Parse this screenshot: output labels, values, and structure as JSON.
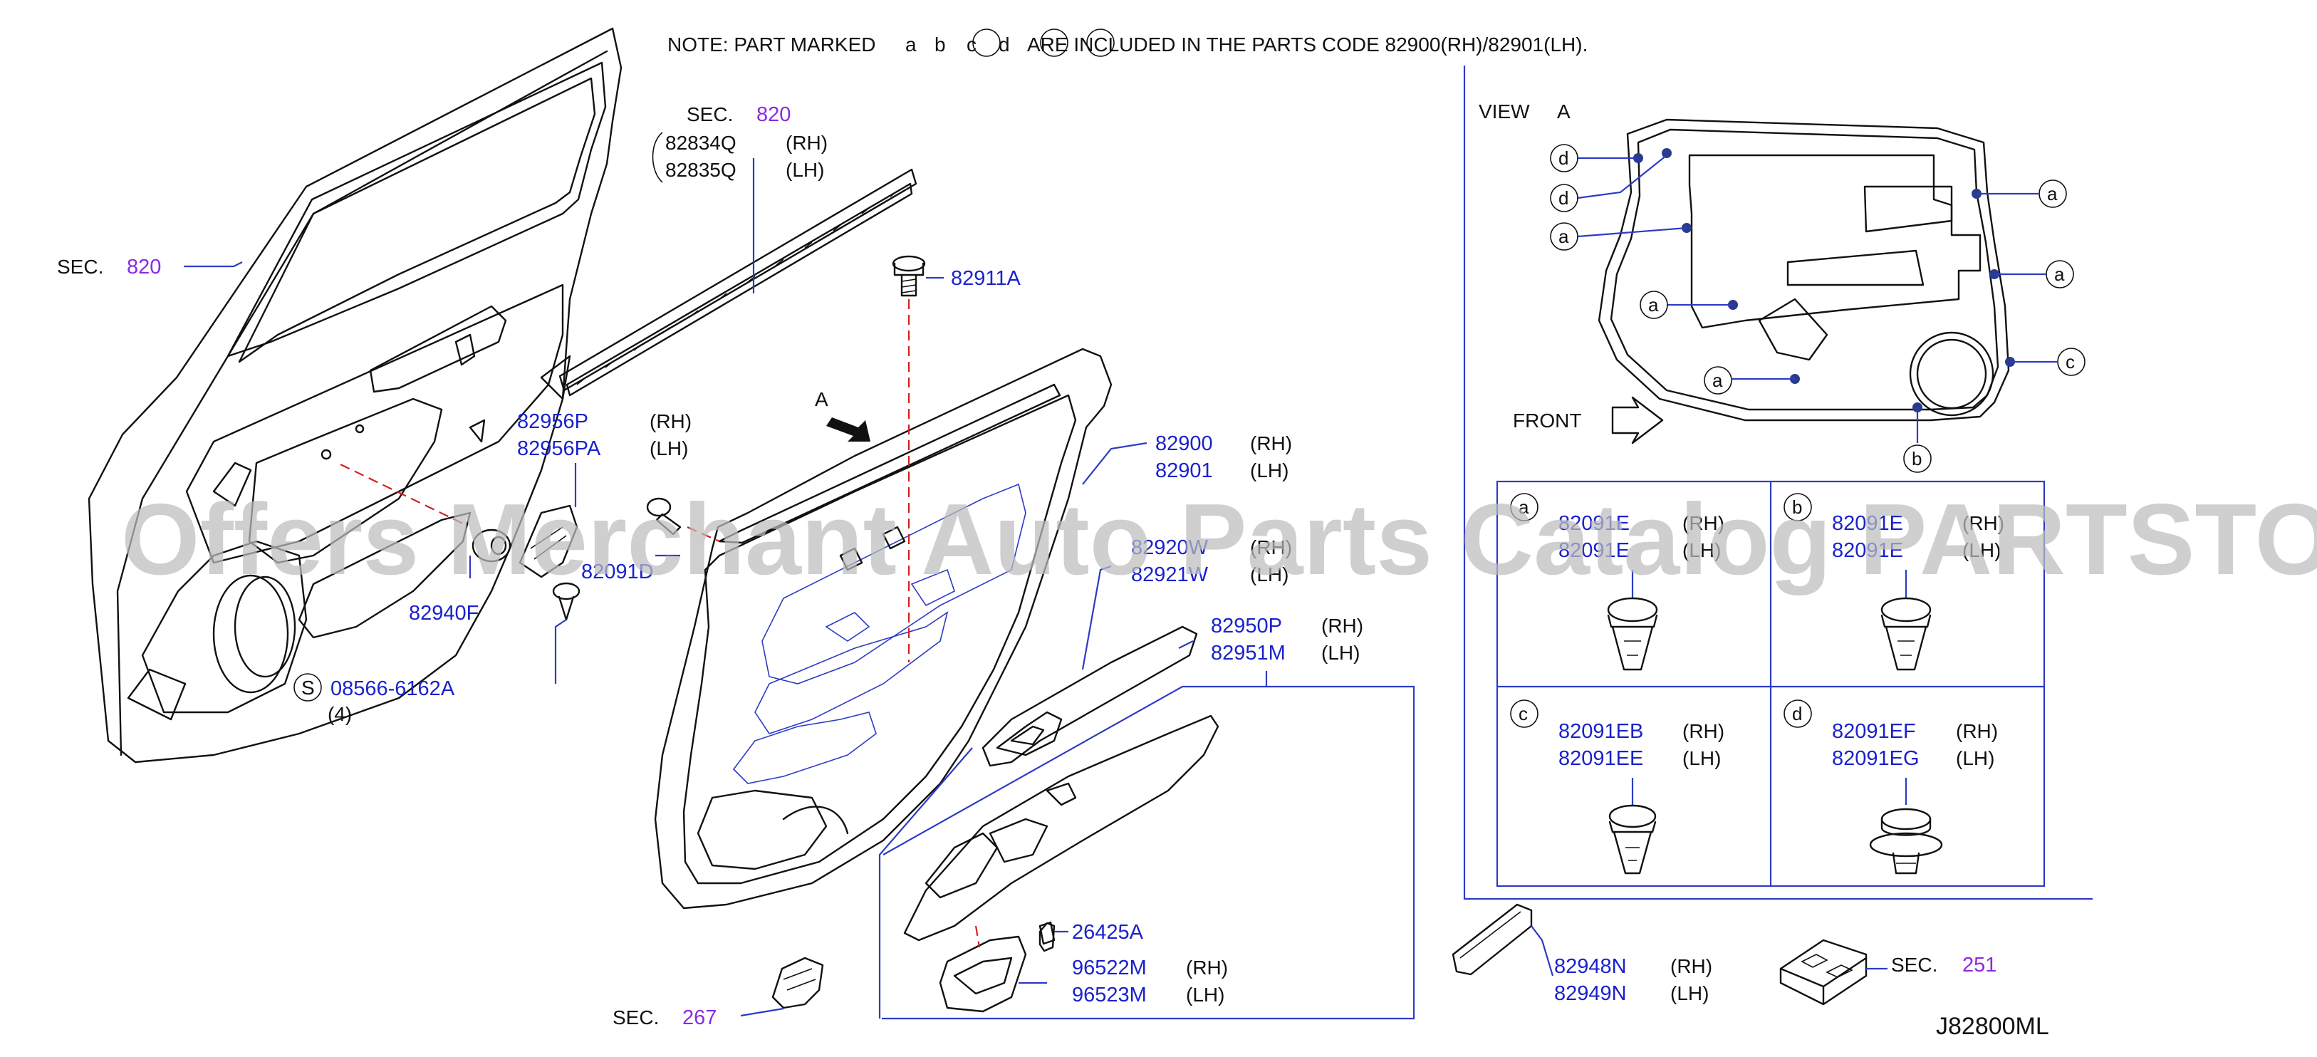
{
  "note": {
    "prefix": "NOTE:  PART  MARKED",
    "marks": [
      "a",
      "b",
      "c",
      "d"
    ],
    "suffix": "ARE  INCLUDED  IN  THE  PARTS  CODE  82900(RH)/82901(LH)."
  },
  "watermark": "Offers Merchant Auto Parts Catalog PARTSTORE.SA",
  "diagram_code": "J82800ML",
  "sections": [
    {
      "id": "sec-820-door",
      "label": "SEC.",
      "value": "820"
    },
    {
      "id": "sec-820-weatherstrip",
      "label": "SEC.",
      "value": "820"
    },
    {
      "id": "sec-267",
      "label": "SEC.",
      "value": "267"
    },
    {
      "id": "sec-251",
      "label": "SEC.",
      "value": "251"
    }
  ],
  "callouts": [
    {
      "id": "weatherstrip",
      "parts": [
        "82834Q",
        "82835Q"
      ],
      "sides": [
        "(RH)",
        "(LH)"
      ]
    },
    {
      "id": "bolt",
      "parts": [
        "82911A"
      ],
      "sides": []
    },
    {
      "id": "bracket",
      "parts": [
        "82956P",
        "82956PA"
      ],
      "sides": [
        "(RH)",
        "(LH)"
      ]
    },
    {
      "id": "clip",
      "parts": [
        "82091D"
      ],
      "sides": []
    },
    {
      "id": "trim-board",
      "parts": [
        "82900",
        "82901"
      ],
      "sides": [
        "(RH)",
        "(LH)"
      ]
    },
    {
      "id": "pocket",
      "parts": [
        "82920W",
        "82921W"
      ],
      "sides": [
        "(RH)",
        "(LH)"
      ]
    },
    {
      "id": "armrest",
      "parts": [
        "82950P",
        "82951M"
      ],
      "sides": [
        "(RH)",
        "(LH)"
      ]
    },
    {
      "id": "grommet",
      "parts": [
        "82940F"
      ],
      "sides": []
    },
    {
      "id": "screw",
      "parts": [
        "08566-6162A"
      ],
      "sides": [],
      "qty": "(4)",
      "symbol": "S"
    },
    {
      "id": "lamp",
      "parts": [
        "26425A"
      ],
      "sides": []
    },
    {
      "id": "switch",
      "parts": [
        "96522M",
        "96523M"
      ],
      "sides": [
        "(RH)",
        "(LH)"
      ]
    },
    {
      "id": "cover",
      "parts": [
        "82948N",
        "82949N"
      ],
      "sides": [
        "(RH)",
        "(LH)"
      ]
    }
  ],
  "view": {
    "title": "VIEW",
    "letter": "A",
    "front_label": "FRONT",
    "marks": [
      "d",
      "d",
      "a",
      "a",
      "a",
      "a",
      "a",
      "c",
      "b"
    ]
  },
  "arrow_label": "A",
  "clip_table": [
    {
      "mark": "a",
      "parts": [
        "82091E",
        "82091E"
      ],
      "sides": [
        "(RH)",
        "(LH)"
      ]
    },
    {
      "mark": "b",
      "parts": [
        "82091E",
        "82091E"
      ],
      "sides": [
        "(RH)",
        "(LH)"
      ]
    },
    {
      "mark": "c",
      "parts": [
        "82091EB",
        "82091EE"
      ],
      "sides": [
        "(RH)",
        "(LH)"
      ]
    },
    {
      "mark": "d",
      "parts": [
        "82091EF",
        "82091EG"
      ],
      "sides": [
        "(RH)",
        "(LH)"
      ]
    }
  ]
}
